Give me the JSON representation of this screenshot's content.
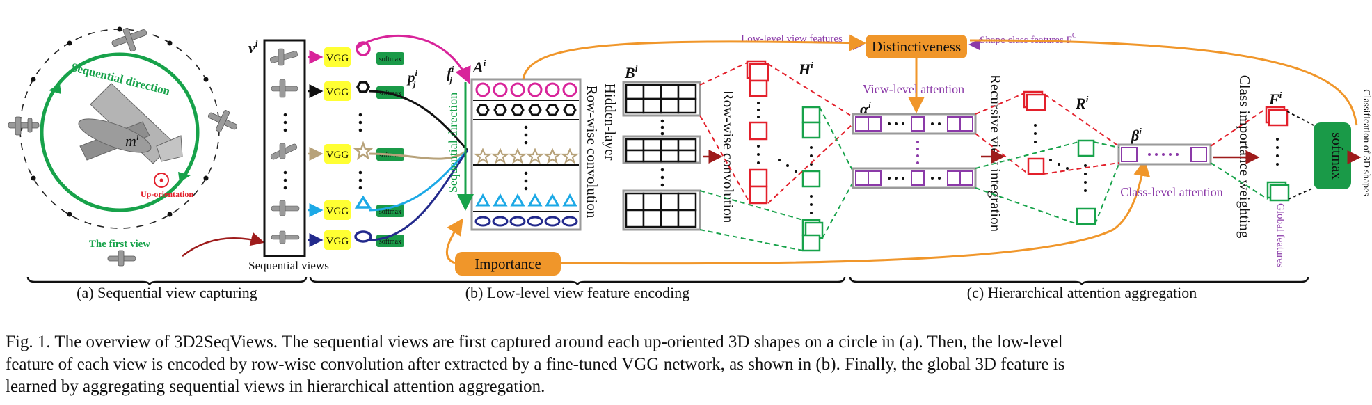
{
  "figure": {
    "labels": {
      "sequential_direction": "Sequential direction",
      "mesh_label": "m",
      "mesh_sup": "i",
      "up_orientation": "Up-orientation",
      "first_view": "The first view",
      "views_symbol": "v",
      "views_sup": "i",
      "sequential_views": "Sequential views",
      "vgg": "VGG",
      "softmax_small": "softmax",
      "p_symbol": "p",
      "p_sub": "j",
      "p_sup": "i",
      "f_symbol": "f",
      "f_sub": "j",
      "f_sup": "i",
      "a_symbol": "A",
      "a_sup": "i",
      "seq_direction_vertical": "Sequential direction",
      "row_wise_conv": "Row-wise convolution",
      "hidden_layer": "Hidden-layer",
      "b_symbol": "B",
      "b_sup": "i",
      "row_wise_conv2": "Row-wise convolution",
      "h_symbol": "H",
      "h_sup": "i",
      "low_level_view_features": "Low-level view features",
      "distinctiveness": "Distinctiveness",
      "shape_class_features": "Shape class features F",
      "shape_class_sup": "C",
      "view_level_attention": "View-level attention",
      "alpha_symbol": "α",
      "alpha_sup": "i",
      "recursive_view_integration": "Recursive view integration",
      "r_symbol": "R",
      "r_sup": "i",
      "beta_symbol": "β",
      "beta_sup": "i",
      "class_level_attention": "Class-level attention",
      "class_importance_weighting": "Class importance weighting",
      "f_big_symbol": "F",
      "f_big_sup": "i",
      "global_features": "Global features",
      "softmax_big": "softmax",
      "classification": "Classification of 3D shapes",
      "importance": "Importance",
      "section_a": "(a) Sequential view capturing",
      "section_b": "(b) Low-level view feature encoding",
      "section_c": "(c) Hierarchical attention aggregation"
    },
    "colors": {
      "green": "#17a24a",
      "magenta": "#d8249a",
      "purple": "#8b3aa8",
      "orange": "#f0962a",
      "red": "#e3202b",
      "yellow": "#ffff33",
      "dark_green": "#1a9a48",
      "cyan": "#1ca9e6",
      "navy": "#232a8c",
      "tan": "#b7a27a",
      "gray": "#9a9a9a"
    }
  },
  "caption": {
    "line1": "Fig. 1.  The overview of 3D2SeqViews. The sequential views are first captured around each up-oriented 3D shapes on a circle in (a). Then, the low-level",
    "line2": "feature of each view is encoded by row-wise convolution after extracted by a fine-tuned VGG network, as shown in (b). Finally, the global 3D feature is",
    "line3": "learned by aggregating sequential views in hierarchical attention aggregation."
  }
}
